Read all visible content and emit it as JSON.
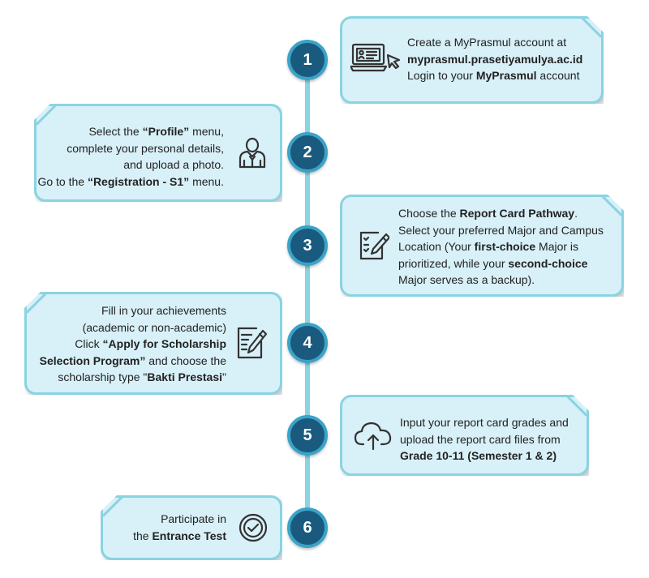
{
  "steps": [
    {
      "number": "1",
      "icon": "computer-cursor-icon",
      "lines": [
        [
          {
            "t": "Create a MyPrasmul account at",
            "b": false
          }
        ],
        [
          {
            "t": "myprasmul.prasetiyamulya.ac.id",
            "b": true
          }
        ],
        [
          {
            "t": "Login to your ",
            "b": false
          },
          {
            "t": "MyPrasmul",
            "b": true
          },
          {
            "t": " account",
            "b": false
          }
        ]
      ]
    },
    {
      "number": "2",
      "icon": "person-icon",
      "lines": [
        [
          {
            "t": "Select the ",
            "b": false
          },
          {
            "t": "“Profile”",
            "b": true
          },
          {
            "t": " menu,",
            "b": false
          }
        ],
        [
          {
            "t": "complete your personal details,",
            "b": false
          }
        ],
        [
          {
            "t": "and upload a photo.",
            "b": false
          }
        ],
        [
          {
            "t": "Go to the ",
            "b": false
          },
          {
            "t": "“Registration - S1”",
            "b": true
          },
          {
            "t": " menu.",
            "b": false
          }
        ]
      ]
    },
    {
      "number": "3",
      "icon": "checklist-pencil-icon",
      "lines": [
        [
          {
            "t": "Choose the ",
            "b": false
          },
          {
            "t": "Report Card Pathway",
            "b": true
          },
          {
            "t": ".",
            "b": false
          }
        ],
        [
          {
            "t": "Select your preferred Major and Campus",
            "b": false
          }
        ],
        [
          {
            "t": "Location (Your ",
            "b": false
          },
          {
            "t": "first-choice",
            "b": true
          },
          {
            "t": " Major is",
            "b": false
          }
        ],
        [
          {
            "t": "prioritized, while your ",
            "b": false
          },
          {
            "t": "second-choice",
            "b": true
          }
        ],
        [
          {
            "t": "Major serves as a backup).",
            "b": false
          }
        ]
      ]
    },
    {
      "number": "4",
      "icon": "document-pencil-icon",
      "lines": [
        [
          {
            "t": "Fill in your achievements",
            "b": false
          }
        ],
        [
          {
            "t": "(academic or non-academic)",
            "b": false
          }
        ],
        [
          {
            "t": "Click ",
            "b": false
          },
          {
            "t": "“Apply for Scholarship",
            "b": true
          }
        ],
        [
          {
            "t": "Selection Program”",
            "b": true
          },
          {
            "t": " and choose the",
            "b": false
          }
        ],
        [
          {
            "t": "scholarship type \"",
            "b": false
          },
          {
            "t": "Bakti Prestasi",
            "b": true
          },
          {
            "t": "\"",
            "b": false
          }
        ]
      ]
    },
    {
      "number": "5",
      "icon": "cloud-upload-icon",
      "lines": [
        [
          {
            "t": "Input your report card grades and",
            "b": false
          }
        ],
        [
          {
            "t": "upload the report card files from",
            "b": false
          }
        ],
        [
          {
            "t": "Grade 10-11 (Semester 1 & 2)",
            "b": true
          }
        ]
      ]
    },
    {
      "number": "6",
      "icon": "check-circle-icon",
      "lines": [
        [
          {
            "t": "Participate in",
            "b": false
          }
        ],
        [
          {
            "t": "the ",
            "b": false
          },
          {
            "t": "Entrance Test",
            "b": true
          }
        ]
      ]
    }
  ],
  "colors": {
    "card_fill": "#d8f0f8",
    "card_border": "#8ad3e3",
    "circle_fill": "#1a5a7e",
    "circle_ring": "#3aa3c8",
    "line": "#8ad3e3"
  }
}
